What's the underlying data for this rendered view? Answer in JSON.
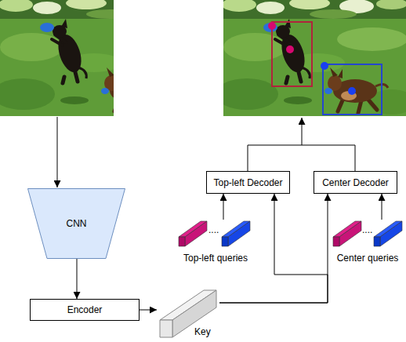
{
  "diagram": {
    "nodes": [
      {
        "text": [
          "CNN"
        ]
      },
      {
        "text": [
          "Encoder"
        ]
      },
      {
        "text": [
          "Key"
        ]
      },
      {
        "text": [
          "Top-left Decoder"
        ]
      },
      {
        "text": [
          "Center Decoder"
        ]
      },
      {
        "text": [
          "Top-left queries"
        ]
      },
      {
        "text": [
          "Center queries"
        ]
      }
    ],
    "edges": [
      {
        "from": 0,
        "to": 1,
        "arrow": "to"
      },
      {
        "from": 1,
        "to": 2,
        "arrow": "to"
      },
      {
        "from": 2,
        "to": 3,
        "arrow": "to"
      },
      {
        "from": 2,
        "to": 4,
        "arrow": "to"
      },
      {
        "from": 5,
        "to": 3,
        "arrow": "to"
      },
      {
        "from": 6,
        "to": 4,
        "arrow": "to"
      }
    ],
    "labels": [
      "....",
      "...."
    ]
  }
}
